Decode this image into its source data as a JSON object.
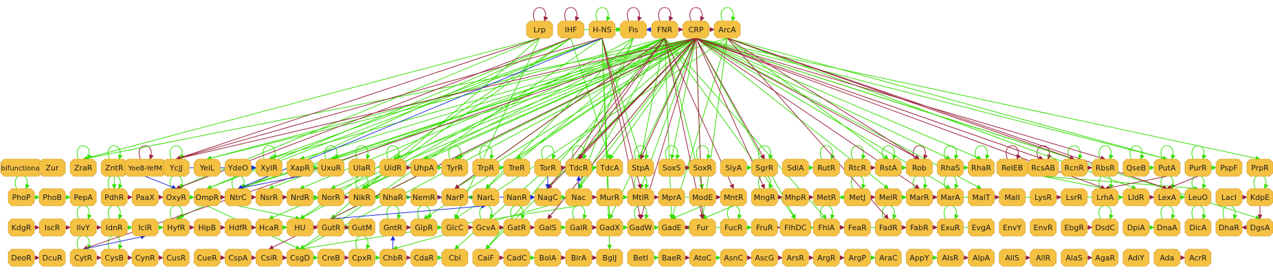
{
  "colors": {
    "background": "#ffffff",
    "node_fill": "#f5c143",
    "node_stroke": "#c99a22",
    "label": "#1a1a1a",
    "edge_activation": "#33dd00",
    "edge_repression": "#9a1f3a",
    "edge_dual": "#1d2bd6"
  },
  "rows": [
    [
      "Lrp",
      "IHF",
      "H-NS",
      "Fis",
      "FNR",
      "CRP",
      "ArcA"
    ],
    [
      "bifunctional",
      "Zur",
      "ZraR",
      "ZntR",
      "YoeB-YefM",
      "YcjJ",
      "YeiL",
      "YdeO",
      "XylR",
      "XapR",
      "UxuR",
      "UlaR",
      "UidR",
      "UhpA",
      "TyrR",
      "TrpR",
      "TreR",
      "TorR",
      "TdcR",
      "TdcA",
      "StpA",
      "SoxS",
      "SoxR",
      "SlyA",
      "SgrR",
      "SdiA",
      "RutR",
      "RtcR",
      "RstA",
      "Rob",
      "RhaS",
      "RhaR",
      "RelEB",
      "RcsAB",
      "RcnR",
      "RbsR",
      "QseB",
      "PutA",
      "PurR",
      "PspF",
      "PrpR"
    ],
    [
      "PhoP",
      "PhoB",
      "PepA",
      "PdhR",
      "PaaX",
      "OxyR",
      "OmpR",
      "NtrC",
      "NsrR",
      "NrdR",
      "NorR",
      "NikR",
      "NhaR",
      "NemR",
      "NarP",
      "NarL",
      "NanR",
      "NagC",
      "Nac",
      "MurR",
      "MtlR",
      "MprA",
      "ModE",
      "MntR",
      "MngR",
      "MhpR",
      "MetR",
      "MetJ",
      "MelR",
      "MarR",
      "MarA",
      "MalT",
      "MalI",
      "LysR",
      "LsrR",
      "LrhA",
      "LldR",
      "LexA",
      "LeuO",
      "LacI",
      "KdpE"
    ],
    [
      "KdgR",
      "IscR",
      "IlvY",
      "IdnR",
      "IclR",
      "HyfR",
      "HipB",
      "HdfR",
      "HcaR",
      "HU",
      "GutR",
      "GutM",
      "GntR",
      "GlpR",
      "GlcC",
      "GcvA",
      "GatR",
      "GalS",
      "GalR",
      "GadX",
      "GadW",
      "GadE",
      "Fur",
      "FucR",
      "FruR",
      "FlhDC",
      "FhlA",
      "FeaR",
      "FadR",
      "FabR",
      "ExuR",
      "EvgA",
      "EnvY",
      "EnvR",
      "EbgR",
      "DsdC",
      "DpiA",
      "DnaA",
      "DicA",
      "DhaR",
      "DgsA"
    ],
    [
      "DeoR",
      "DcuR",
      "CytR",
      "CysB",
      "CynR",
      "CusR",
      "CueR",
      "CspA",
      "CsiR",
      "CsgD",
      "CreB",
      "CpxR",
      "ChbR",
      "CdaR",
      "Cbl",
      "CaiF",
      "CadC",
      "BolA",
      "BirA",
      "BglJ",
      "BetI",
      "BaeR",
      "AtoC",
      "AsnC",
      "AscG",
      "ArsR",
      "ArgR",
      "ArgP",
      "AraC",
      "AppY",
      "AlsR",
      "AlpA",
      "AllS",
      "AllR",
      "AlaS",
      "AgaR",
      "AdiY",
      "Ada",
      "AcrR"
    ]
  ],
  "self_loops": [
    "Lrp",
    "IHF",
    "H-NS",
    "Fis",
    "FNR",
    "CRP",
    "ZraR",
    "ZntR",
    "YoeB-YefM",
    "YcjJ",
    "XylR",
    "UxuR",
    "UlaR",
    "UidR",
    "TyrR",
    "TrpR",
    "TorR",
    "TdcR",
    "StpA",
    "SoxS",
    "SoxR",
    "SgrR",
    "RutR",
    "RtcR",
    "RstA",
    "Rob",
    "RhaS",
    "RhaR",
    "RelEB",
    "RcsAB",
    "RcnR",
    "RbsR",
    "QseB",
    "PutA",
    "PurR",
    "PhoP",
    "PdhR",
    "OxyR",
    "NtrC",
    "NikR",
    "MtlR",
    "MngR",
    "MetJ",
    "MarR",
    "MarA",
    "LrhA",
    "LexA",
    "LeuO",
    "KdpE",
    "IlvY",
    "IdnR",
    "HyfR",
    "GntR",
    "GlpR",
    "GcvA",
    "GatR",
    "GalR",
    "GadW",
    "FucR",
    "FadR",
    "FhlA",
    "ExuR",
    "DsdC",
    "DnaA",
    "DicA",
    "DhaR",
    "CytR",
    "CysB",
    "CpxR",
    "ArcA"
  ],
  "edges_activation": [
    [
      "CRP",
      "Fis"
    ],
    [
      "CRP",
      "ArcA"
    ],
    [
      "Fis",
      "H-NS"
    ],
    [
      "IHF",
      "Fis"
    ],
    [
      "CRP",
      "ZraR"
    ],
    [
      "CRP",
      "YeiL"
    ],
    [
      "CRP",
      "XylR"
    ],
    [
      "CRP",
      "XapR"
    ],
    [
      "CRP",
      "UxuR"
    ],
    [
      "CRP",
      "UidR"
    ],
    [
      "CRP",
      "UhpA"
    ],
    [
      "CRP",
      "TyrR"
    ],
    [
      "CRP",
      "TreR"
    ],
    [
      "CRP",
      "TdcA"
    ],
    [
      "CRP",
      "StpA"
    ],
    [
      "CRP",
      "SoxS"
    ],
    [
      "CRP",
      "RhaS"
    ],
    [
      "CRP",
      "RhaR"
    ],
    [
      "CRP",
      "RcnR"
    ],
    [
      "CRP",
      "PrpR"
    ],
    [
      "CRP",
      "MalT"
    ],
    [
      "CRP",
      "MelR"
    ],
    [
      "CRP",
      "NagC"
    ],
    [
      "CRP",
      "Nac"
    ],
    [
      "CRP",
      "MtlR"
    ],
    [
      "CRP",
      "GalS"
    ],
    [
      "CRP",
      "GadX"
    ],
    [
      "CRP",
      "Fur"
    ],
    [
      "CRP",
      "FlhDC"
    ],
    [
      "CRP",
      "Cbl"
    ],
    [
      "CRP",
      "CaiF"
    ],
    [
      "CRP",
      "NarP"
    ],
    [
      "CRP",
      "NikR"
    ],
    [
      "CRP",
      "NtrC"
    ],
    [
      "CRP",
      "CsgD"
    ],
    [
      "CRP",
      "HcaR"
    ],
    [
      "CRP",
      "GutR"
    ],
    [
      "CRP",
      "GlpR"
    ],
    [
      "CRP",
      "MarA"
    ],
    [
      "CRP",
      "DgsA"
    ],
    [
      "CRP",
      "PutA"
    ],
    [
      "FNR",
      "NarL"
    ],
    [
      "FNR",
      "NarP"
    ],
    [
      "FNR",
      "NikR"
    ],
    [
      "FNR",
      "NrdR"
    ],
    [
      "FNR",
      "NorR"
    ],
    [
      "FNR",
      "NsrR"
    ],
    [
      "FNR",
      "ModE"
    ],
    [
      "FNR",
      "Nac"
    ],
    [
      "FNR",
      "FlhDC"
    ],
    [
      "FNR",
      "CaiF"
    ],
    [
      "FNR",
      "GadE"
    ],
    [
      "FNR",
      "StpA"
    ],
    [
      "FNR",
      "YeiL"
    ],
    [
      "FNR",
      "NarP"
    ],
    [
      "FNR",
      "FhlA"
    ],
    [
      "ArcA",
      "NtrC"
    ],
    [
      "ArcA",
      "GlcC"
    ],
    [
      "ArcA",
      "PutA"
    ],
    [
      "ArcA",
      "RstA"
    ],
    [
      "ArcA",
      "Fur"
    ],
    [
      "ArcA",
      "LldR"
    ],
    [
      "ArcA",
      "GadE"
    ],
    [
      "Lrp",
      "ZraR"
    ],
    [
      "Lrp",
      "OxyR"
    ],
    [
      "Lrp",
      "GutR"
    ],
    [
      "Lrp",
      "GlcC"
    ],
    [
      "IHF",
      "OmpR"
    ],
    [
      "IHF",
      "HU"
    ],
    [
      "IHF",
      "HyfR"
    ],
    [
      "IHF",
      "NikR"
    ],
    [
      "IHF",
      "TdcA"
    ],
    [
      "H-NS",
      "XylR"
    ],
    [
      "H-NS",
      "OmpR"
    ],
    [
      "H-NS",
      "GadX"
    ],
    [
      "H-NS",
      "StpA"
    ],
    [
      "H-NS",
      "CsgD"
    ],
    [
      "H-NS",
      "BglJ"
    ],
    [
      "Fis",
      "TdcR"
    ],
    [
      "Fis",
      "Nac"
    ],
    [
      "Fis",
      "NarL"
    ],
    [
      "Fis",
      "HU"
    ],
    [
      "NarL",
      "NarP"
    ],
    [
      "NarL",
      "NagC"
    ],
    [
      "NtrC",
      "Nac"
    ],
    [
      "NtrC",
      "HU"
    ],
    [
      "OmpR",
      "CsgD"
    ],
    [
      "GadX",
      "GadW"
    ],
    [
      "GadW",
      "GadE"
    ],
    [
      "GadE",
      "Fur"
    ],
    [
      "MarA",
      "MalI"
    ],
    [
      "MarA",
      "LeuO"
    ],
    [
      "MelR",
      "MarR"
    ],
    [
      "NhaR",
      "NemR"
    ],
    [
      "NikR",
      "NhaR"
    ],
    [
      "RcsAB",
      "LrhA"
    ],
    [
      "RcsAB",
      "LeuO"
    ],
    [
      "FlhDC",
      "FhlA"
    ],
    [
      "FhlA",
      "FeaR"
    ],
    [
      "FucR",
      "FruR"
    ],
    [
      "GlpR",
      "GlcC"
    ],
    [
      "GcvA",
      "GatR"
    ],
    [
      "GntR",
      "GlpR"
    ],
    [
      "GutM",
      "GutR"
    ],
    [
      "HcaR",
      "HU"
    ],
    [
      "PhoB",
      "PepA"
    ],
    [
      "PhoP",
      "PhoB"
    ],
    [
      "OxyR",
      "OmpR"
    ],
    [
      "IclR",
      "HyfR"
    ],
    [
      "IdnR",
      "IclR"
    ],
    [
      "CsgD",
      "CreB"
    ],
    [
      "CpxR",
      "ChbR"
    ],
    [
      "CdaR",
      "Cbl"
    ],
    [
      "CadC",
      "BolA"
    ],
    [
      "BetI",
      "BaeR"
    ],
    [
      "AtoC",
      "AsnC"
    ],
    [
      "ArgP",
      "AraC"
    ],
    [
      "AppY",
      "AlsR"
    ],
    [
      "EvgA",
      "GadE"
    ],
    [
      "DpiA",
      "DnaA"
    ],
    [
      "LexA",
      "LeuO"
    ],
    [
      "LrhA",
      "LldR"
    ],
    [
      "MprA",
      "MntR"
    ],
    [
      "MetJ",
      "MetR"
    ],
    [
      "RstA",
      "Rob"
    ],
    [
      "RhaS",
      "RhaR"
    ],
    [
      "SdiA",
      "RutR"
    ],
    [
      "SlyA",
      "SgrR"
    ],
    [
      "XapR",
      "UxuR"
    ],
    [
      "YdeO",
      "XylR"
    ],
    [
      "ZntR",
      "PdhR"
    ],
    [
      "QseB",
      "PutA"
    ],
    [
      "PurR",
      "PspF"
    ],
    [
      "TdcR",
      "TdcA"
    ],
    [
      "TrpR",
      "TreR"
    ],
    [
      "UhpA",
      "TyrR"
    ],
    [
      "ModE",
      "GadE"
    ],
    [
      "MntR",
      "Fur"
    ],
    [
      "SoxR",
      "SoxS"
    ],
    [
      "GalS",
      "GalR"
    ],
    [
      "NagC",
      "ChbR"
    ],
    [
      "Nac",
      "CsgD"
    ],
    [
      "MurR",
      "MtlR"
    ],
    [
      "NrdR",
      "NorR"
    ],
    [
      "NsrR",
      "NrdR"
    ]
  ],
  "edges_repression": [
    [
      "CRP",
      "YcjJ"
    ],
    [
      "CRP",
      "TdcR"
    ],
    [
      "CRP",
      "StpA"
    ],
    [
      "CRP",
      "GalS"
    ],
    [
      "CRP",
      "RcsAB"
    ],
    [
      "CRP",
      "RbsR"
    ],
    [
      "CRP",
      "Rob"
    ],
    [
      "CRP",
      "SgrR"
    ],
    [
      "CRP",
      "Fur"
    ],
    [
      "CRP",
      "NagC"
    ],
    [
      "CRP",
      "MngR"
    ],
    [
      "CRP",
      "CytR"
    ],
    [
      "CRP",
      "MarR"
    ],
    [
      "CRP",
      "LrhA"
    ],
    [
      "CRP",
      "CsiR"
    ],
    [
      "CRP",
      "GadW"
    ],
    [
      "FNR",
      "TdcR"
    ],
    [
      "FNR",
      "NarP"
    ],
    [
      "FNR",
      "MntR"
    ],
    [
      "FNR",
      "Fur"
    ],
    [
      "FNR",
      "NagC"
    ],
    [
      "FNR",
      "ArcA"
    ],
    [
      "ArcA",
      "RcnR"
    ],
    [
      "ArcA",
      "LexA"
    ],
    [
      "ArcA",
      "FadR"
    ],
    [
      "ArcA",
      "Rob"
    ],
    [
      "H-NS",
      "YcjJ"
    ],
    [
      "H-NS",
      "GadW"
    ],
    [
      "H-NS",
      "MtlR"
    ],
    [
      "IHF",
      "OxyR"
    ],
    [
      "Lrp",
      "YcjJ"
    ],
    [
      "Fis",
      "CRP"
    ],
    [
      "PdhR",
      "PaaX"
    ],
    [
      "PaaX",
      "OxyR"
    ],
    [
      "OmpR",
      "NtrC"
    ],
    [
      "NtrC",
      "NsrR"
    ],
    [
      "NsrR",
      "NrdR"
    ],
    [
      "NorR",
      "NikR"
    ],
    [
      "NemR",
      "NarP"
    ],
    [
      "NanR",
      "NagC"
    ],
    [
      "Nac",
      "MurR"
    ],
    [
      "MtlR",
      "MprA"
    ],
    [
      "ModE",
      "MntR"
    ],
    [
      "MngR",
      "MhpR"
    ],
    [
      "MhpR",
      "MetR"
    ],
    [
      "MarR",
      "MarA"
    ],
    [
      "MalT",
      "MalI"
    ],
    [
      "LysR",
      "LsrR"
    ],
    [
      "LldR",
      "LexA"
    ],
    [
      "LacI",
      "KdpE"
    ],
    [
      "KdpE",
      "DgsA"
    ],
    [
      "DgsA",
      "DhaR"
    ],
    [
      "FadR",
      "FabR"
    ],
    [
      "FabR",
      "ExuR"
    ],
    [
      "FhlA",
      "FeaR"
    ],
    [
      "FruR",
      "FlhDC"
    ],
    [
      "GadE",
      "Fur"
    ],
    [
      "GalR",
      "GadX"
    ],
    [
      "GatR",
      "GalS"
    ],
    [
      "GcvA",
      "GatR"
    ],
    [
      "GlcC",
      "GcvA"
    ],
    [
      "GutR",
      "GutM"
    ],
    [
      "GntR",
      "GlpR"
    ],
    [
      "HU",
      "GutR"
    ],
    [
      "HdfR",
      "HcaR"
    ],
    [
      "HipB",
      "HdfR"
    ],
    [
      "HyfR",
      "HipB"
    ],
    [
      "IlvY",
      "IdnR"
    ],
    [
      "IscR",
      "IlvY"
    ],
    [
      "KdgR",
      "IscR"
    ],
    [
      "DeoR",
      "DcuR"
    ],
    [
      "CytR",
      "CysB"
    ],
    [
      "CysB",
      "CynR"
    ],
    [
      "CynR",
      "CusR"
    ],
    [
      "CueR",
      "CspA"
    ],
    [
      "CspA",
      "CsiR"
    ],
    [
      "CsiR",
      "CsgD"
    ],
    [
      "CreB",
      "CpxR"
    ],
    [
      "ChbR",
      "CdaR"
    ],
    [
      "CaiF",
      "CadC"
    ],
    [
      "BolA",
      "BirA"
    ],
    [
      "BirA",
      "BglJ"
    ],
    [
      "BaeR",
      "AtoC"
    ],
    [
      "AsnC",
      "AscG"
    ],
    [
      "AscG",
      "ArsR"
    ],
    [
      "ArsR",
      "ArgR"
    ],
    [
      "ArgR",
      "ArgP"
    ],
    [
      "AlsR",
      "AlpA"
    ],
    [
      "AllS",
      "AllR"
    ],
    [
      "AlaS",
      "AgaR"
    ],
    [
      "Ada",
      "AcrR"
    ],
    [
      "EbgR",
      "DsdC"
    ],
    [
      "RelEB",
      "RcsAB"
    ],
    [
      "RcnR",
      "RbsR"
    ],
    [
      "TorR",
      "TdcR"
    ],
    [
      "UidR",
      "UhpA"
    ],
    [
      "SoxS",
      "SoxR"
    ],
    [
      "FNR",
      "Fis"
    ],
    [
      "PurR",
      "LexA"
    ],
    [
      "PutA",
      "LrhA"
    ],
    [
      "RtcR",
      "RstA"
    ],
    [
      "MetJ",
      "MelR"
    ]
  ],
  "edges_dual": [
    [
      "FNR",
      "Fis"
    ],
    [
      "TorR",
      "NagC"
    ],
    [
      "Nac",
      "TdcR"
    ],
    [
      "H-NS",
      "NtrC"
    ],
    [
      "ChbR",
      "GntR"
    ],
    [
      "CytR",
      "IclR"
    ],
    [
      "YcjJ",
      "XylR"
    ],
    [
      "XapR",
      "NtrC"
    ],
    [
      "YoeB-YefM",
      "OxyR"
    ],
    [
      "NhaR",
      "NagC"
    ],
    [
      "GutR",
      "NarL"
    ]
  ]
}
